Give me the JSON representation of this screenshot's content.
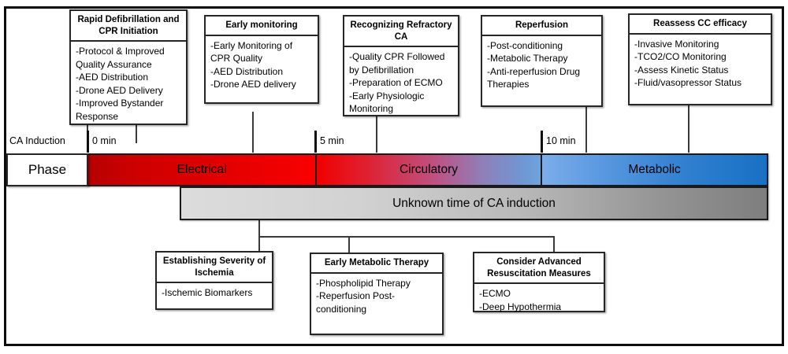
{
  "diagram": {
    "title_visible": false,
    "timeline": {
      "induction_label": "CA Induction",
      "phase_key_label": "Phase",
      "ticks": [
        {
          "label": "0 min"
        },
        {
          "label": "5 min"
        },
        {
          "label": "10 min"
        }
      ],
      "phases": [
        {
          "name": "Electrical",
          "color_start": "#b60000",
          "color_end": "#fb0000"
        },
        {
          "name": "Circulatory",
          "color_start": "#f00000",
          "color_end": "#6ea3de"
        },
        {
          "name": "Metabolic",
          "color_start": "#7cadea",
          "color_end": "#1871c4"
        }
      ],
      "unknown_bar_label": "Unknown time of CA induction",
      "unknown_bar_color_start": "#dcdcdc",
      "unknown_bar_color_end": "#7e7e7e"
    },
    "top_boxes": [
      {
        "title": "Rapid Defibrillation and CPR Initiation",
        "items": [
          "-Protocol & Improved Quality Assurance",
          "-AED Distribution",
          "-Drone AED Delivery",
          "-Improved Bystander Response"
        ]
      },
      {
        "title": "Early monitoring",
        "items": [
          "-Early Monitoring of CPR Quality",
          "-AED Distribution",
          "-Drone AED delivery"
        ]
      },
      {
        "title": "Recognizing Refractory CA",
        "items": [
          "-Quality CPR Followed by Defibrillation",
          "-Preparation of ECMO",
          "-Early Physiologic Monitoring"
        ]
      },
      {
        "title": "Reperfusion",
        "items": [
          "-Post-conditioning",
          "-Metabolic Therapy",
          "-Anti-reperfusion Drug Therapies"
        ]
      },
      {
        "title": "Reassess CC efficacy",
        "items": [
          "-Invasive Monitoring",
          "-TCO2/CO Monitoring",
          "-Assess Kinetic Status",
          "-Fluid/vasopressor Status"
        ]
      }
    ],
    "bottom_boxes": [
      {
        "title": "Establishing Severity of Ischemia",
        "items": [
          "-Ischemic Biomarkers"
        ]
      },
      {
        "title": "Early Metabolic Therapy",
        "items": [
          "-Phospholipid Therapy",
          "-Reperfusion Post-conditioning"
        ]
      },
      {
        "title": "Consider Advanced Resuscitation Measures",
        "items": [
          "-ECMO",
          "-Deep Hypothermia"
        ]
      }
    ]
  }
}
